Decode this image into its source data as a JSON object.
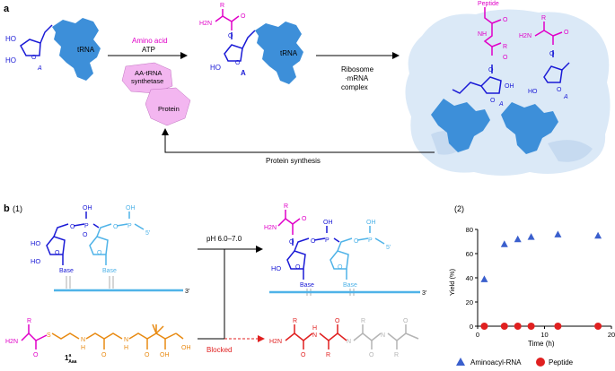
{
  "panel_a": {
    "label": "a",
    "trna_label": "tRNA",
    "ho": "HO",
    "oh": "OH",
    "a": "A",
    "o": "O",
    "r": "R",
    "h2n": "H2N",
    "amino_acid": "Amino acid",
    "atp": "ATP",
    "enzyme_line1": "AA-tRNA",
    "enzyme_line2": "synthetase",
    "protein": "Protein",
    "ribosome_line1": "Ribosome",
    "ribosome_line2": "·mRNA",
    "ribosome_line3": "complex",
    "peptide": "Peptide",
    "nh": "NH",
    "protein_synthesis": "Protein synthesis"
  },
  "panel_b": {
    "label": "b",
    "sub1": "(1)",
    "sub2": "(2)",
    "oh": "OH",
    "ho": "HO",
    "o": "O",
    "p": "P",
    "base": "Base",
    "five_prime": "5′",
    "three_prime": "3′",
    "ph": "pH 6.0–7.0",
    "blocked": "Blocked",
    "h2n": "H2N",
    "r": "R",
    "s": "S",
    "n": "N",
    "h": "H",
    "compound_main": "1",
    "compound_sup": "a",
    "compound_sub": "Aaa"
  },
  "chart_data": {
    "type": "scatter",
    "xlabel": "Time (h)",
    "ylabel": "Yield (%)",
    "xlim": [
      0,
      20
    ],
    "ylim": [
      0,
      80
    ],
    "xticks": [
      "0",
      "10",
      "20"
    ],
    "yticks": [
      "0",
      "20",
      "40",
      "60",
      "80"
    ],
    "legend_position": "bottom",
    "series": [
      {
        "name": "Aminoacyl-RNA",
        "marker": "triangle",
        "color": "#3a5fcd",
        "x": [
          1,
          4,
          6,
          8,
          12,
          18
        ],
        "y": [
          39,
          68,
          72,
          74,
          76,
          75
        ]
      },
      {
        "name": "Peptide",
        "marker": "circle",
        "color": "#e02020",
        "x": [
          1,
          4,
          6,
          8,
          12,
          18
        ],
        "y": [
          0,
          0,
          0,
          0,
          0,
          0
        ]
      }
    ]
  },
  "colors": {
    "blue": "#1a1ad6",
    "light_blue": "#4fb3e8",
    "trna": "#3d8fd9",
    "magenta": "#e000c8",
    "red": "#e02020",
    "orange": "#e88a12",
    "gray": "#b4b4b4",
    "ribosome": "#dbe9f7",
    "enzyme": "#f3b6f0"
  }
}
